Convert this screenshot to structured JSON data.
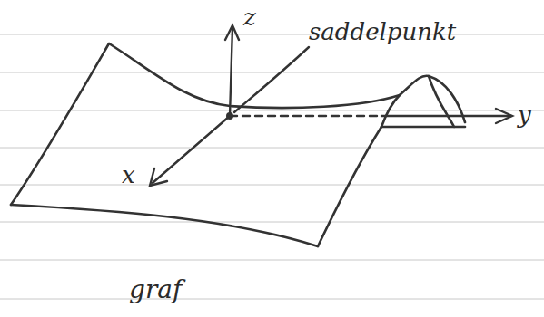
{
  "diagram": {
    "labels": [
      "z",
      "saddelpunkt",
      "y",
      "x",
      "graf"
    ]
  }
}
